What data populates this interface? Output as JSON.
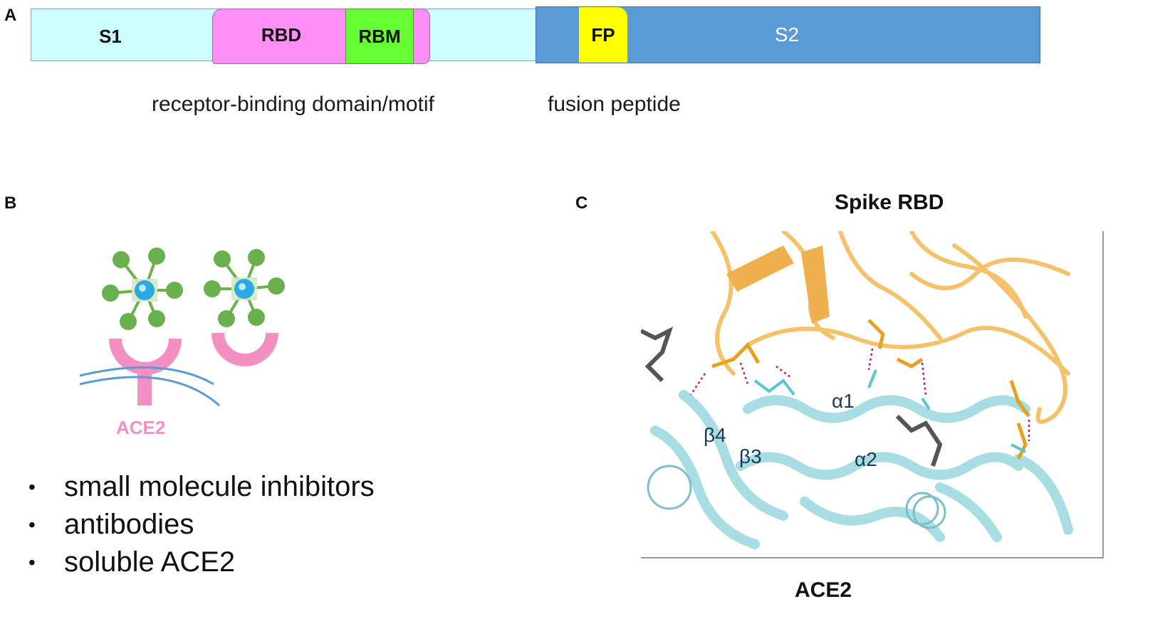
{
  "panels": {
    "a": "A",
    "b": "B",
    "c": "C"
  },
  "domain_map": {
    "segments": {
      "s1": "S1",
      "rbd": "RBD",
      "rbm": "RBM",
      "fp": "FP",
      "s2": "S2"
    },
    "captions": {
      "rbd_caption": "receptor-binding domain/motif",
      "fp_caption": "fusion peptide"
    },
    "colors": {
      "s1": "#ccfffe",
      "rbd": "#ff8ef6",
      "rbm": "#66ff33",
      "fp": "#ffff00",
      "s2": "#5b9bd5"
    }
  },
  "panel_b": {
    "receptor_label": "ACE2",
    "bullets": [
      "small molecule inhibitors",
      "antibodies",
      "soluble ACE2"
    ],
    "colors": {
      "spike": "#6ab04c",
      "core": "#29abe2",
      "receptor": "#f48fc4",
      "membrane": "#5b9bd5"
    }
  },
  "panel_c": {
    "top_label": "Spike RBD",
    "bottom_label": "ACE2",
    "helix_labels": [
      "α1",
      "α2",
      "β4",
      "β3"
    ],
    "colors": {
      "rbd_ribbon": "#f5c26b",
      "ace2_ribbon": "#a8dde4"
    }
  }
}
